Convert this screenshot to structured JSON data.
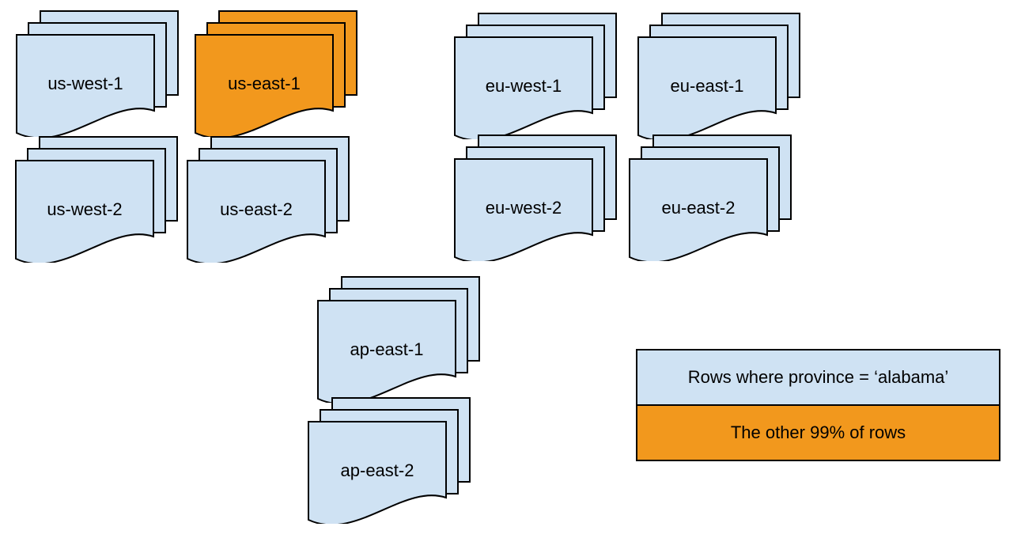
{
  "colors": {
    "doc_fill": "#cfe2f3",
    "highlight_fill": "#f2981d",
    "stroke": "#000000",
    "background": "#ffffff"
  },
  "stacks": [
    {
      "id": "us-west-1",
      "label": "us-west-1",
      "variant": "region"
    },
    {
      "id": "us-east-1",
      "label": "us-east-1",
      "variant": "highlight"
    },
    {
      "id": "eu-west-1",
      "label": "eu-west-1",
      "variant": "region"
    },
    {
      "id": "eu-east-1",
      "label": "eu-east-1",
      "variant": "region"
    },
    {
      "id": "us-west-2",
      "label": "us-west-2",
      "variant": "region"
    },
    {
      "id": "us-east-2",
      "label": "us-east-2",
      "variant": "region"
    },
    {
      "id": "eu-west-2",
      "label": "eu-west-2",
      "variant": "region"
    },
    {
      "id": "eu-east-2",
      "label": "eu-east-2",
      "variant": "region"
    },
    {
      "id": "ap-east-1",
      "label": "ap-east-1",
      "variant": "region"
    },
    {
      "id": "ap-east-2",
      "label": "ap-east-2",
      "variant": "region"
    }
  ],
  "legend": {
    "items": [
      {
        "label": "Rows where province = ‘alabama’",
        "fill": "#cfe2f3"
      },
      {
        "label": "The other 99% of rows",
        "fill": "#f2981d"
      }
    ]
  }
}
